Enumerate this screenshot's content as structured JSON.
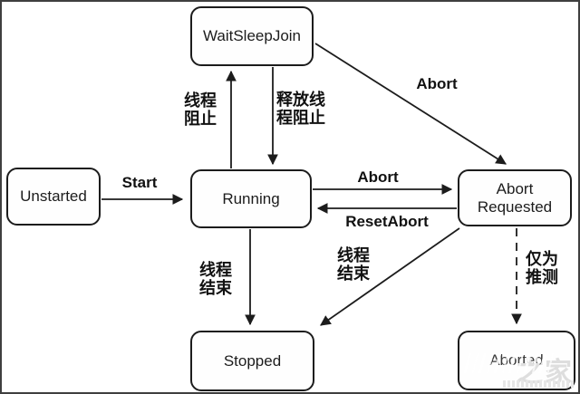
{
  "diagram": {
    "nodes": {
      "waitsleepjoin": {
        "label": "WaitSleepJoin"
      },
      "unstarted": {
        "label": "Unstarted"
      },
      "running": {
        "label": "Running"
      },
      "abort_requested": {
        "label": "Abort Requested"
      },
      "stopped": {
        "label": "Stopped"
      },
      "aborted": {
        "label": "Aborted"
      }
    },
    "edges": {
      "start": {
        "label": "Start",
        "from": "Unstarted",
        "to": "Running",
        "style": "solid"
      },
      "thread_block": {
        "label": "线程阻止",
        "from": "Running",
        "to": "WaitSleepJoin",
        "style": "solid"
      },
      "release_thread_block": {
        "label": "释放线程阻止",
        "from": "WaitSleepJoin",
        "to": "Running",
        "style": "solid"
      },
      "abort_from_waitsleepjoin": {
        "label": "Abort",
        "from": "WaitSleepJoin",
        "to": "Abort Requested",
        "style": "solid"
      },
      "abort": {
        "label": "Abort",
        "from": "Running",
        "to": "Abort Requested",
        "style": "solid"
      },
      "reset_abort": {
        "label": "ResetAbort",
        "from": "Abort Requested",
        "to": "Running",
        "style": "solid"
      },
      "thread_end_running": {
        "label": "线程结束",
        "from": "Running",
        "to": "Stopped",
        "style": "solid"
      },
      "thread_end_abort_requested": {
        "label": "线程结束",
        "from": "Abort Requested",
        "to": "Stopped",
        "style": "solid"
      },
      "speculation_only": {
        "label": "仅为推测",
        "from": "Abort Requested",
        "to": "Aborted",
        "style": "dashed"
      }
    },
    "watermark": {
      "text": "之家"
    }
  },
  "colors": {
    "line": "#1c1c1c",
    "node_border": "#1c1c1c",
    "background": "#ffffff",
    "outer_border": "#3f3f3f",
    "watermark": "#dedede"
  }
}
